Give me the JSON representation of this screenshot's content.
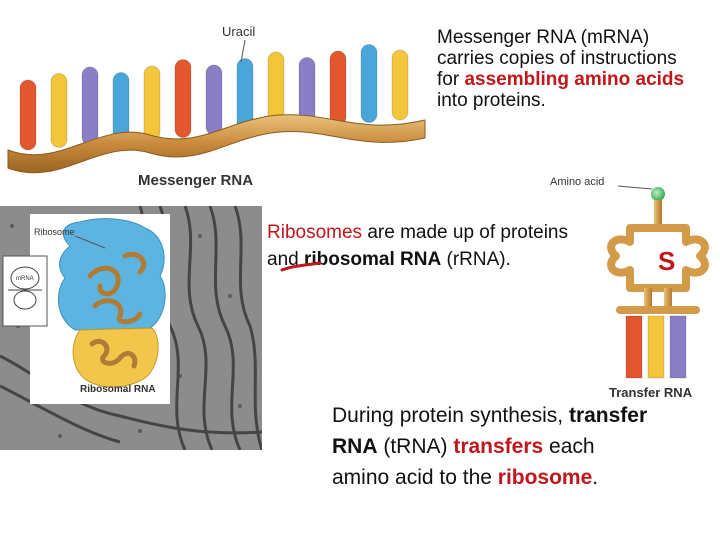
{
  "colors": {
    "accent_red": "#c0171b",
    "text": "#111111"
  },
  "mrna_figure": {
    "uracil_label": "Uracil",
    "caption": "Messenger RNA",
    "base_colors": [
      "#e2572e",
      "#f2c53a",
      "#8a7fc6",
      "#4aa6d8",
      "#f2c53a",
      "#e2572e",
      "#8a7fc6",
      "#4aa6d8",
      "#f2c53a",
      "#8a7fc6",
      "#e2572e",
      "#4aa6d8",
      "#f2c53a"
    ]
  },
  "mrna_text": {
    "part1": "Messenger RNA (mRNA) carries copies of instructions for ",
    "part2_red": "assembling amino acids",
    "part3": " into proteins."
  },
  "ribosome_figure": {
    "label_ribosome": "Ribosome",
    "label_ribosomal_rna": "Ribosomal RNA",
    "inset_label": "mRNA"
  },
  "ribosome_text": {
    "part1_red": "Ribosomes",
    "part2": " are made up of proteins and ",
    "part3_bold": "ribosomal RNA",
    "part4": " (rRNA)."
  },
  "trna_figure": {
    "amino_acid_label": "Amino acid",
    "caption": "Transfer RNA",
    "annotation_letter": "S",
    "anticodon_colors": [
      "#e2572e",
      "#f2c53a",
      "#8a7fc6"
    ]
  },
  "trna_text": {
    "part1": "During protein synthesis, ",
    "part2_bold": "transfer RNA",
    "part3": " (tRNA) ",
    "part4_red": "transfers",
    "part5": " each amino acid to the ",
    "part6_red": "ribosome",
    "part7": "."
  }
}
